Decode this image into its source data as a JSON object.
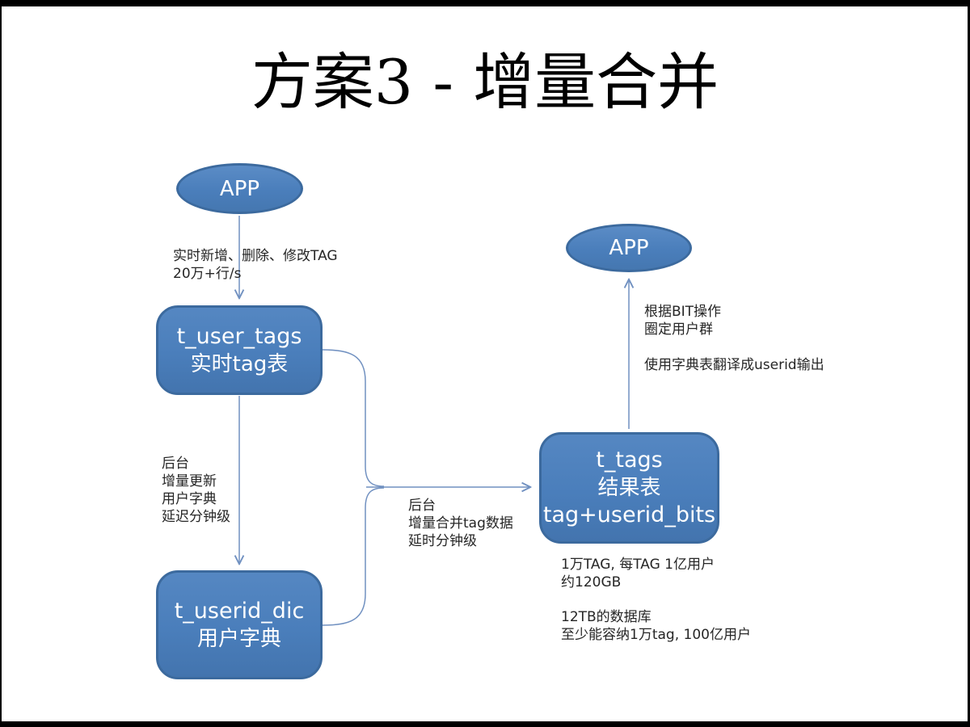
{
  "title": "方案3 - 增量合并",
  "colors": {
    "node_fill": "#4a7ebb",
    "node_border": "#3c6a9e",
    "connector": "#7191c1",
    "node_text": "#ffffff",
    "body_text": "#262626",
    "frame": "#000000",
    "background": "#ffffff"
  },
  "nodes": {
    "app_left": {
      "label": "APP"
    },
    "app_right": {
      "label": "APP"
    },
    "t_user_tags": {
      "name": "t_user_tags",
      "desc": "实时tag表"
    },
    "t_userid_dic": {
      "name": "t_userid_dic",
      "desc": "用户字典"
    },
    "t_tags": {
      "name": "t_tags",
      "desc": "结果表",
      "detail": "tag+userid_bits"
    }
  },
  "annotations": {
    "realtime": {
      "l1": "实时新增、删除、修改TAG",
      "l2": "20万+行/s"
    },
    "dic_update": {
      "l1": "后台",
      "l2": "增量更新",
      "l3": "用户字典",
      "l4": "延迟分钟级"
    },
    "merge": {
      "l1": "后台",
      "l2": "增量合并tag数据",
      "l3": "延时分钟级"
    },
    "bit_ops": {
      "l1": "根据BIT操作",
      "l2": "圈定用户群",
      "l3": "使用字典表翻译成userid输出"
    },
    "capacity": {
      "l1": "1万TAG, 每TAG 1亿用户",
      "l2": "约120GB"
    },
    "db_size": {
      "l1": "12TB的数据库",
      "l2": "至少能容纳1万tag, 100亿用户"
    }
  }
}
